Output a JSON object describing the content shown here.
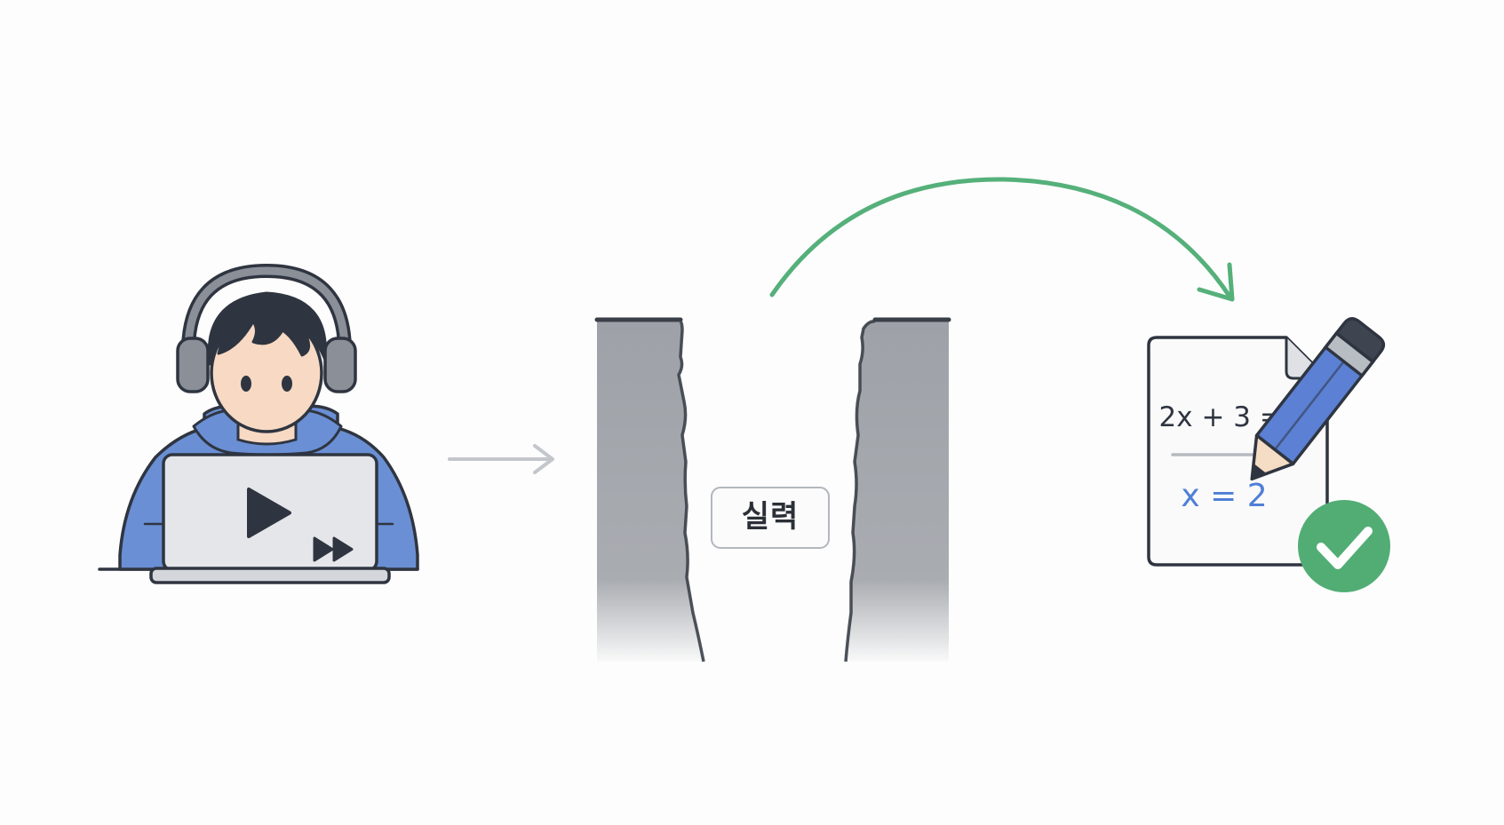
{
  "diagram": {
    "barrier_label": "실력",
    "equation": "2x + 3 = 7",
    "answer": "x = 2"
  },
  "icons": {
    "learner": "person-with-headphones-laptop-icon",
    "video": "play-icon",
    "fast_forward": "fast-forward-icon",
    "pencil": "pencil-icon",
    "check": "checkmark-icon",
    "document": "document-icon"
  },
  "colors": {
    "hoodie_blue": "#6a8fd4",
    "outline": "#2f3540",
    "wall_gray": "#a2a5aa",
    "jump_arrow_green": "#55b07a",
    "check_green": "#52ad74",
    "answer_blue": "#4f7fd6",
    "pencil_blue": "#5b80d4",
    "flow_arrow_gray": "#c3c6cb"
  }
}
